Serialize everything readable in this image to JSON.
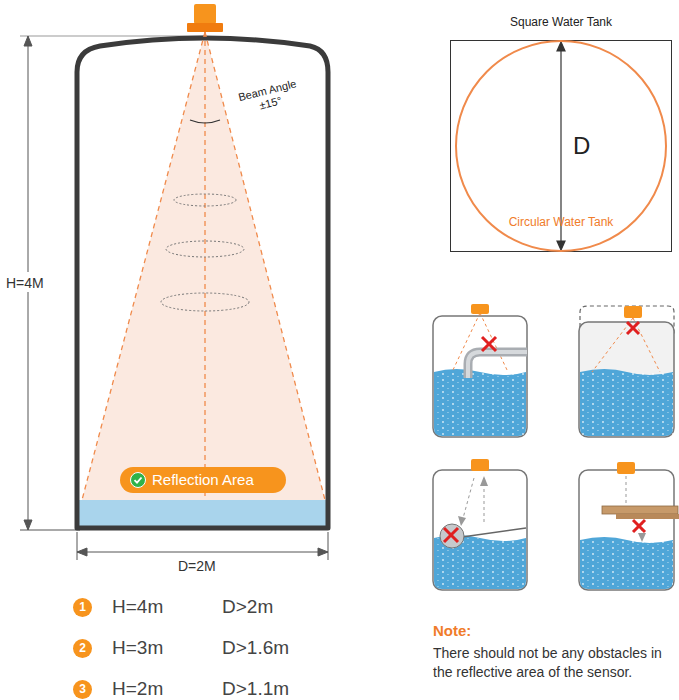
{
  "diagram": {
    "nodes": [
      {
        "text": [
          "Reflection Area"
        ]
      },
      {
        "text": [
          "Square Water Tank"
        ]
      },
      {
        "text": [
          "D",
          "Circular Water Tank"
        ],
        "in": 1
      },
      {
        "text": [
          "1"
        ]
      },
      {
        "text": [
          "2"
        ]
      },
      {
        "text": [
          "3"
        ]
      }
    ],
    "labels": [
      "H=4M",
      "Beam Angle ±15°",
      "D=2M",
      "H=4m",
      "D>2m",
      "H=3m",
      "D>1.6m",
      "H=2m",
      "D>1.1m",
      "Note:",
      "There should not be any obstacles in the reflective area of the sensor."
    ]
  }
}
